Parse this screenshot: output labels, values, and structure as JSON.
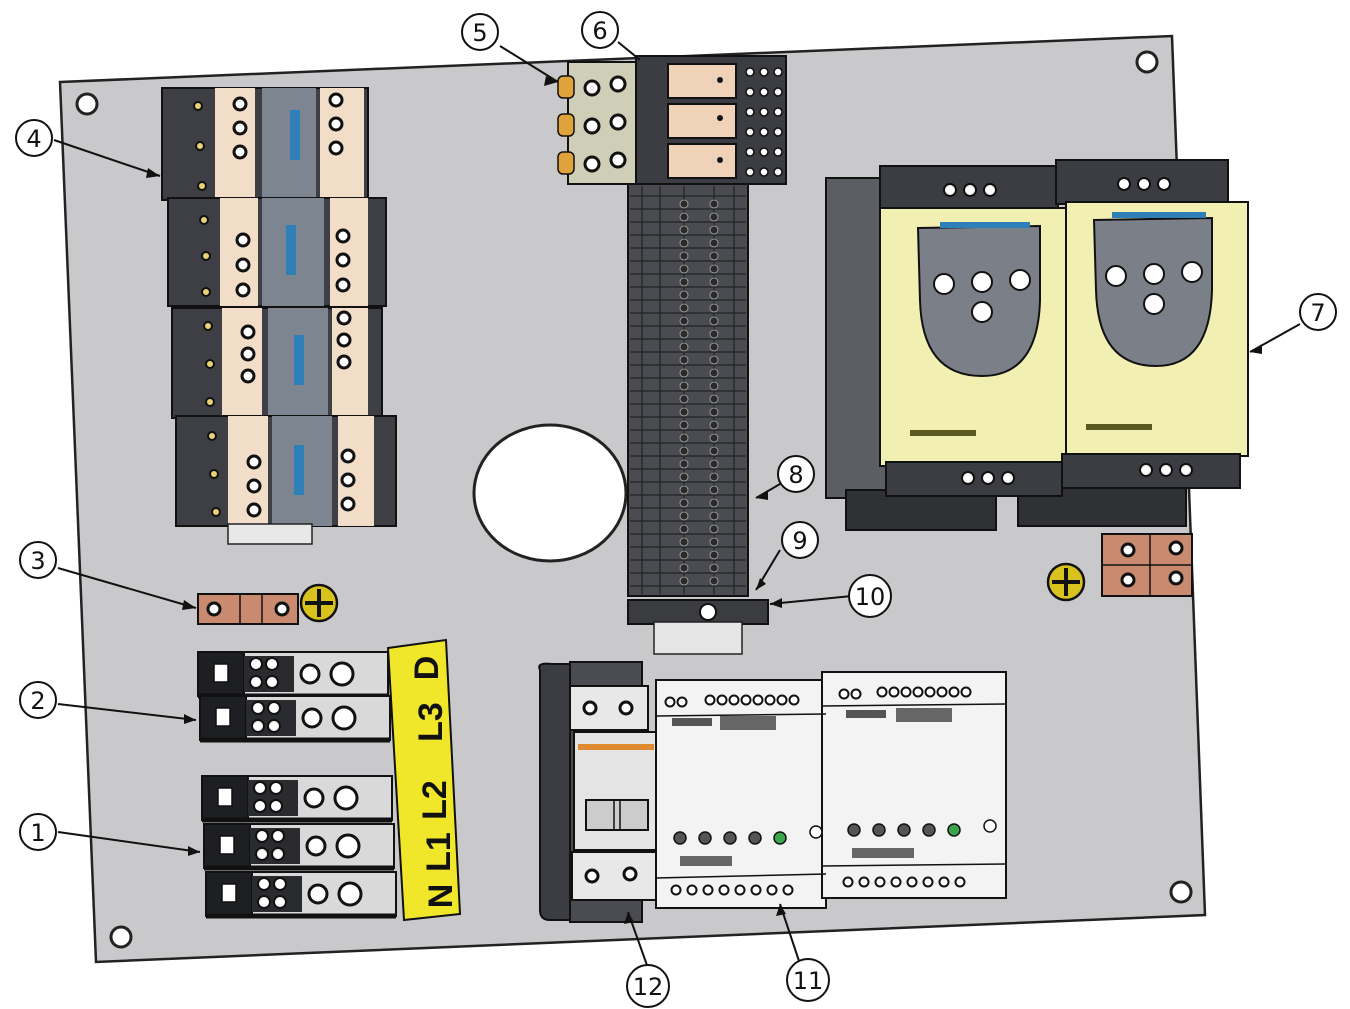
{
  "callouts": [
    {
      "number": "1"
    },
    {
      "number": "2"
    },
    {
      "number": "3"
    },
    {
      "number": "4"
    },
    {
      "number": "5"
    },
    {
      "number": "6"
    },
    {
      "number": "7"
    },
    {
      "number": "8"
    },
    {
      "number": "9"
    },
    {
      "number": "10"
    },
    {
      "number": "11"
    },
    {
      "number": "12"
    }
  ],
  "busbar_labels": {
    "n": "N",
    "l1": "L1",
    "l2": "L2",
    "l3": "L3",
    "d": "D"
  },
  "colors": {
    "panel": "#c9c9cb",
    "terminal_label": "#f0e62a",
    "soft_starter": "#f2efb2",
    "copper": "#c98a70",
    "ground": "#d8c21e",
    "contactor_beige": "#f1ddc8",
    "contactor_blue": "#2f7fb8"
  }
}
